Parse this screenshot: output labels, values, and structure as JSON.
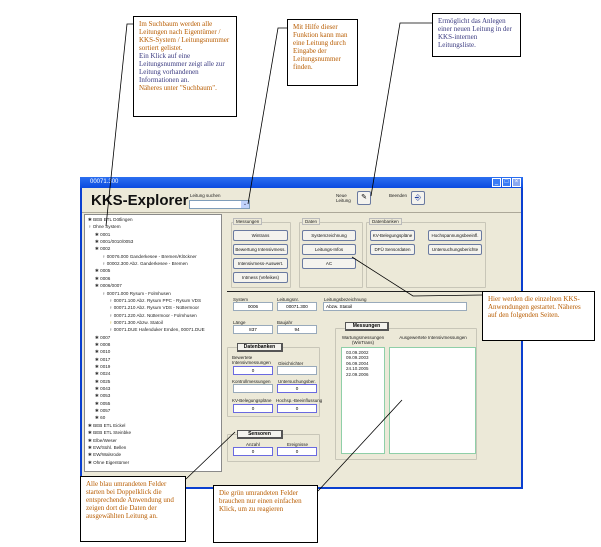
{
  "window": {
    "title": "00071.300",
    "app_name": "KKS-Explorer"
  },
  "header": {
    "search_label": "Leitung suchen",
    "search_value": "",
    "new_line_label": "Neue Leitung",
    "exit_label": "Beenden"
  },
  "tree": [
    "BEB ETL Dötlingen",
    "Ohne System",
    "0001",
    "0001/0010/0053",
    "0002",
    "00076.000 Ganderkesee - Bremen/Klöckner",
    "00002.300 Abz. Ganderkesee - Bremen",
    "0005",
    "0006",
    "0006/0007",
    "00071.000 Rysum - Folmhusen",
    "00071.100 Abz. Rysum PPC - Rysum VDS",
    "00071.210 Abz. Rysum VDS - Nüttermoor",
    "00071.220 Abz. Nüttermoor - Folmhusen",
    "00071.300 Abzw. Statoil",
    "00071.DUE Hafenduker Emden, 00071.DUE",
    "0007",
    "0008",
    "0010",
    "0017",
    "0019",
    "0024",
    "0025",
    "0043",
    "0053",
    "0055",
    "0057",
    "60",
    "BEB ETL Eickel",
    "BEB ETL Steinbke",
    "Elbe/Weser",
    "EW/Sühl. Bellen",
    "EW/Walsrode",
    "Ohne Eigentümer"
  ],
  "groups": {
    "messungen": {
      "title": "Messungen",
      "buttons": [
        "Wintrans",
        "Bewertung Intensivmess.",
        "Intensivmess-Auswert.",
        "Intmess (Vefeikes)"
      ]
    },
    "daten": {
      "title": "Daten",
      "buttons": [
        "Systemzeichnung",
        "Leitungs-Infos",
        "AC"
      ]
    },
    "datenbanken": {
      "title": "Datenbanken",
      "buttons": [
        "KV-Belegungspläne",
        "Hochspannungsbeeinfl.",
        "DFÜ Sensordaten",
        "Untersuchungsberichte"
      ]
    }
  },
  "fields": {
    "system_label": "System",
    "system": "0006",
    "leitungsnr_label": "Leitungsnr.",
    "leitungsnr": "00071.300",
    "bez_label": "Leitungsbezeichnung",
    "bez": "Abzw. Statoil",
    "laenge_label": "Länge",
    "laenge": "837",
    "baujahr_label": "Baujahr",
    "baujahr": "94"
  },
  "db": {
    "title": "Datenbanken",
    "l1": "Bewertete Intensivmessungen",
    "v1": "0",
    "l2": "Gleichrichter",
    "v2": "",
    "l3": "Kontrollmessungen",
    "v3": "",
    "l4": "Untersuchungsber.",
    "v4": "0",
    "l5": "KV-Belegungspläne",
    "v5": "0",
    "l6": "Hochsp.-Beeinflussung",
    "v6": "0"
  },
  "sensoren": {
    "title": "Sensoren",
    "anzahl_label": "Anzahl",
    "anzahl": "0",
    "ereignisse_label": "Ereignisse",
    "ereignisse": "0"
  },
  "messungen_panel": {
    "title": "Messungen",
    "list1_label": "Wartungsmessungen (WinTrans)",
    "list1": [
      "03.09.2002",
      "09.09.2003",
      "06.09.2004",
      "24.10.2005",
      "22.09.2006"
    ],
    "list2_label": "Ausgewertete Intensivmessungen"
  },
  "callouts": {
    "tree": [
      "Im Suchbaum werden alle Leitungen nach Eigentümer / KKS-System / Leitungsnummer sortiert gelistet.",
      "Ein Klick auf eine Leitungsnummer zeigt alle zur Leitung vorhandenen Informationen an.",
      "Näheres unter \"Suchbaum\"."
    ],
    "search": "Mit Hilfe dieser Funktion kann man eine Leitung durch Eingabe der Leitungsnummer finden.",
    "new": "Ermöglicht das Anlegen einer neuen Leitung in der KKS-internen Leitungsliste.",
    "apps": "Hier werden die einzelnen KKS-Anwendungen gestartet. Näheres auf den folgenden Seiten.",
    "blue": "Alle blau umrandeten Felder starten bei Doppelklick die entsprechende Anwendung und zeigen dort die Daten der ausgewählten Leitung an.",
    "green": "Die grün umrandeten Felder brauchen nur einen einfachen Klick, um zu reagieren"
  },
  "colors": {
    "titlebar": "#0a4ae0",
    "callout_text": "#b85c00",
    "blue_border": "#6a6ae0",
    "green_border": "#8fcfa8"
  }
}
